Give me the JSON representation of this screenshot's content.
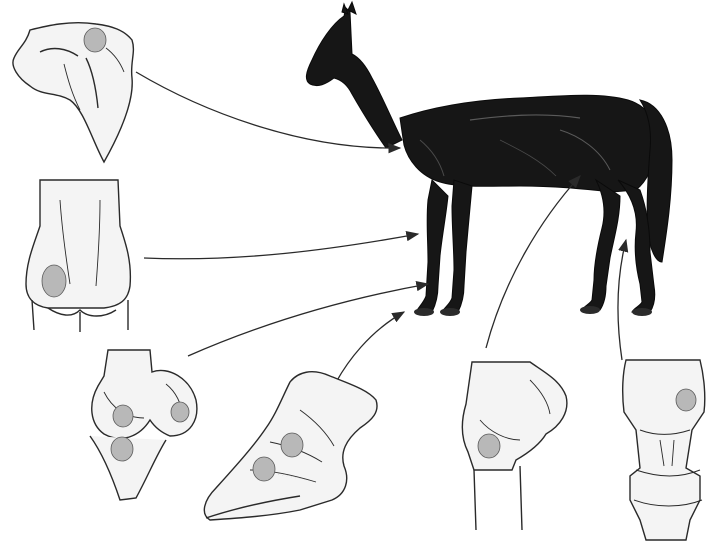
{
  "figure": {
    "background": "#ffffff",
    "line_color": "#2a2a2a",
    "bone_fill": "#f4f4f4",
    "lesion_fill": "#b8b8b8",
    "horse_fill": "#161616",
    "panels": [
      {
        "id": "shoulder-joint",
        "icon": "bone-joint-illustration"
      },
      {
        "id": "fetlock-joint-front",
        "icon": "bone-joint-illustration"
      },
      {
        "id": "elbow-joint",
        "icon": "bone-joint-illustration"
      },
      {
        "id": "hoof-coffin-joint",
        "icon": "bone-joint-illustration"
      },
      {
        "id": "stifle-joint",
        "icon": "bone-joint-illustration"
      },
      {
        "id": "hock-joint",
        "icon": "bone-joint-illustration"
      }
    ],
    "center_image": {
      "id": "horse-silhouette",
      "icon": "horse-side-view"
    }
  }
}
